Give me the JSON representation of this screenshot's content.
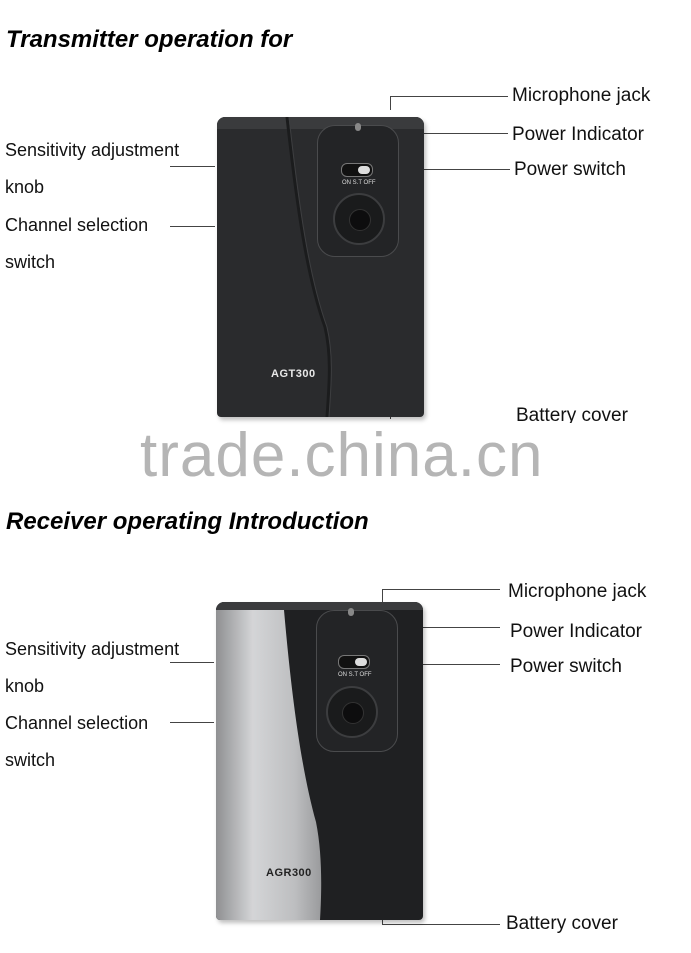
{
  "sections": {
    "transmitter": {
      "heading": "Transmitter operation for",
      "left_labels": [
        "Sensitivity adjustment",
        "knob",
        "Channel selection",
        "switch"
      ],
      "right_labels": [
        "Microphone jack",
        "Power Indicator",
        "Power switch",
        "Battery cover"
      ],
      "device": {
        "model": "AGT300",
        "switch_text": "ON S.T OFF"
      }
    },
    "receiver": {
      "heading": "Receiver operating Introduction",
      "left_labels": [
        "Sensitivity adjustment",
        "knob",
        "Channel selection",
        "switch"
      ],
      "right_labels": [
        "Microphone jack",
        "Power Indicator",
        "Power switch",
        "Battery cover"
      ],
      "device": {
        "model": "AGR300",
        "switch_text": "ON S.T OFF"
      }
    }
  },
  "watermark": "trade.china.cn",
  "colors": {
    "device_body": "#2a2b2d",
    "receiver_silver": "#b9babc",
    "text": "#111111"
  }
}
